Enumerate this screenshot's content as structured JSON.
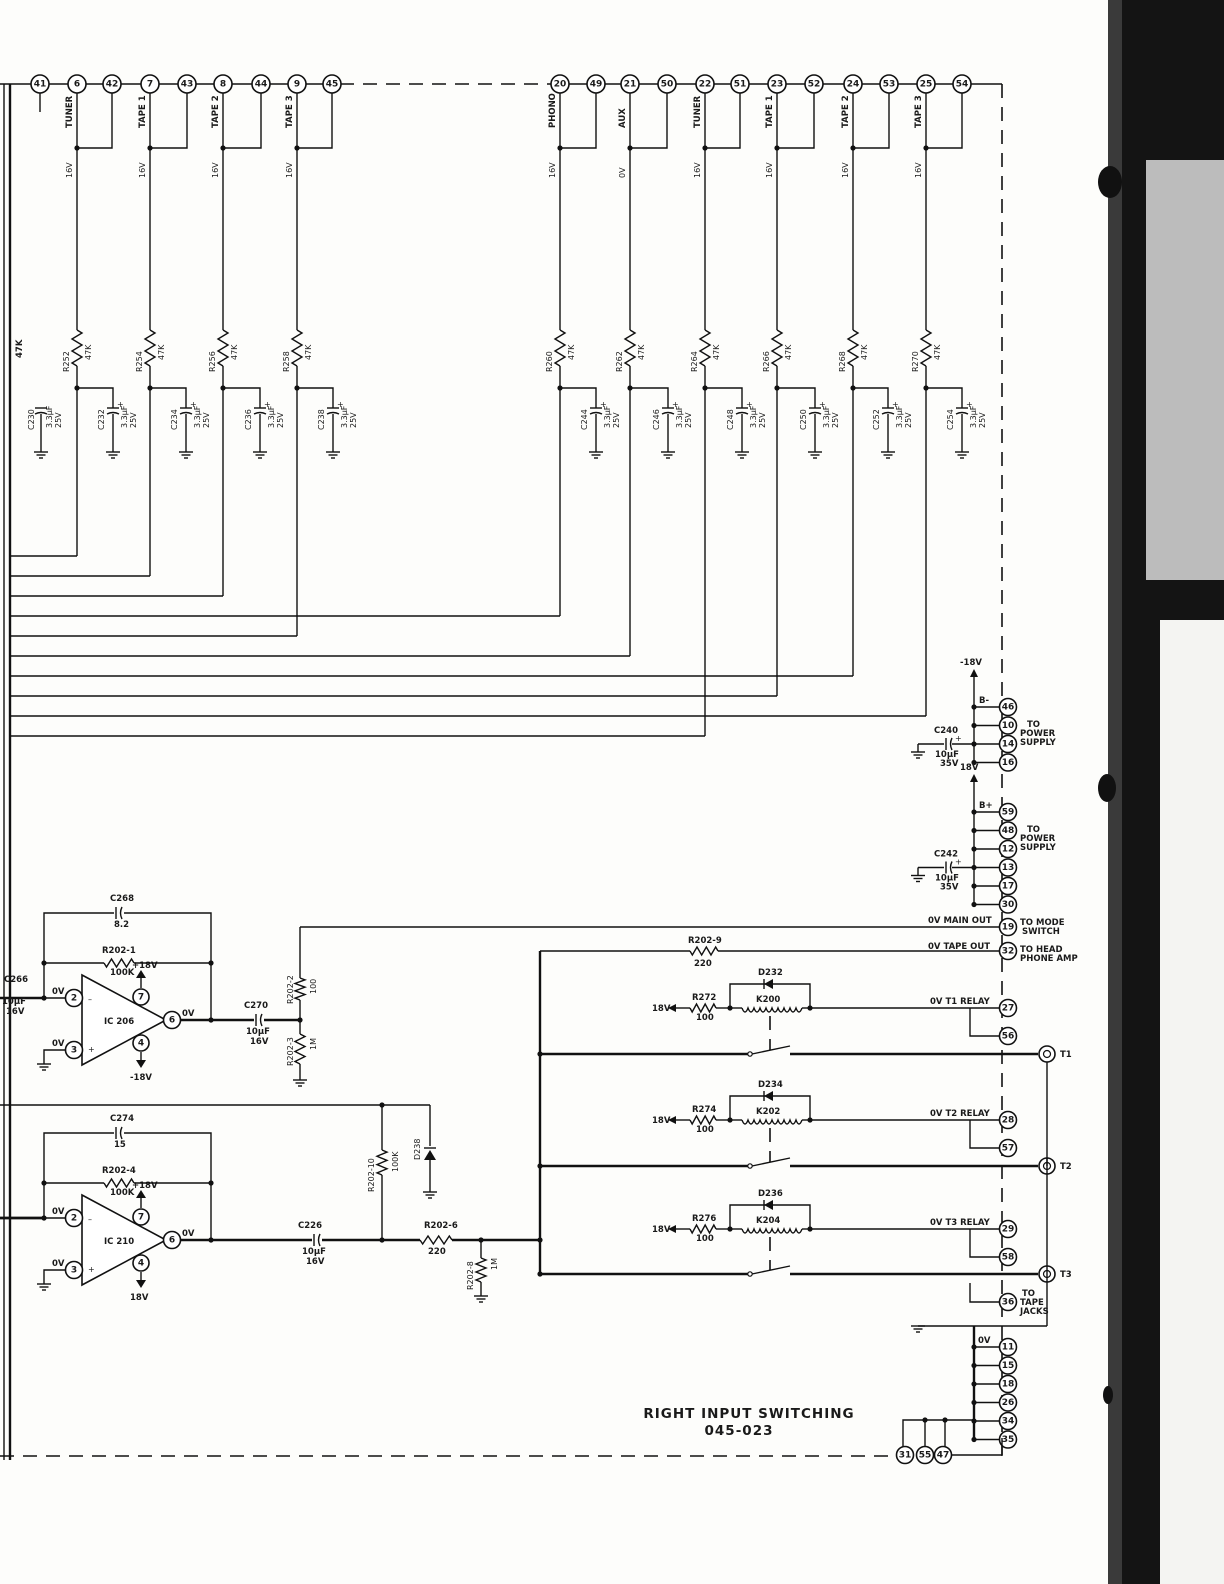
{
  "title": {
    "line1": "RIGHT INPUT SWITCHING",
    "line2": "045-023"
  },
  "top_terminals": [
    "41",
    "6",
    "42",
    "7",
    "43",
    "8",
    "44",
    "9",
    "45",
    "20",
    "49",
    "21",
    "50",
    "22",
    "51",
    "23",
    "52",
    "24",
    "53",
    "25",
    "54"
  ],
  "input_channels": [
    {
      "source": "TUNER",
      "voltage": "16V",
      "resistor": "R252",
      "r_value": "47K",
      "capacitor": "C232",
      "c_value": "3.3µF",
      "c_voltage": "25V"
    },
    {
      "source": "TAPE 1",
      "voltage": "16V",
      "resistor": "R254",
      "r_value": "47K",
      "capacitor": "C234",
      "c_value": "3.3µF",
      "c_voltage": "25V"
    },
    {
      "source": "TAPE 2",
      "voltage": "16V",
      "resistor": "R256",
      "r_value": "47K",
      "capacitor": "C236",
      "c_value": "3.3µF",
      "c_voltage": "25V"
    },
    {
      "source": "TAPE 3",
      "voltage": "16V",
      "resistor": "R258",
      "r_value": "47K",
      "capacitor": "C238",
      "c_value": "3.3µF",
      "c_voltage": "25V"
    },
    {
      "source": "PHONO",
      "voltage": "16V",
      "resistor": "R260",
      "r_value": "47K",
      "capacitor": "C244",
      "c_value": "3.3µF",
      "c_voltage": "25V"
    },
    {
      "source": "AUX",
      "voltage": "0V",
      "resistor": "R262",
      "r_value": "47K",
      "capacitor": "C246",
      "c_value": "3.3µF",
      "c_voltage": "25V"
    },
    {
      "source": "TUNER",
      "voltage": "16V",
      "resistor": "R264",
      "r_value": "47K",
      "capacitor": "C248",
      "c_value": "3.3µF",
      "c_voltage": "25V"
    },
    {
      "source": "TAPE 1",
      "voltage": "16V",
      "resistor": "R266",
      "r_value": "47K",
      "capacitor": "C250",
      "c_value": "3.3µF",
      "c_voltage": "25V"
    },
    {
      "source": "TAPE 2",
      "voltage": "16V",
      "resistor": "R268",
      "r_value": "47K",
      "capacitor": "C252",
      "c_value": "3.3µF",
      "c_voltage": "25V"
    },
    {
      "source": "TAPE 3",
      "voltage": "16V",
      "resistor": "R270",
      "r_value": "47K",
      "capacitor": "C254",
      "c_value": "3.3µF",
      "c_voltage": "25V"
    }
  ],
  "partial_left": {
    "r_value": "47K",
    "capacitor": "C230",
    "c_value": "3.3µF",
    "c_voltage": "25V"
  },
  "power_supply_neg": {
    "supply": "-18V",
    "rail": "B-",
    "terminals": [
      "46",
      "10",
      "14",
      "16"
    ],
    "capacitor": "C240",
    "c_value": "10µF",
    "c_voltage": "35V",
    "label": "TO POWER SUPPLY"
  },
  "power_supply_pos": {
    "supply": "18V",
    "rail": "B+",
    "terminals": [
      "59",
      "48",
      "12",
      "13",
      "17",
      "30"
    ],
    "capacitor": "C242",
    "c_value": "10µF",
    "c_voltage": "35V",
    "label": "TO POWER SUPPLY"
  },
  "main_out": {
    "level": "0V",
    "name": "MAIN OUT",
    "terminal": "19",
    "label": "TO MODE SWITCH"
  },
  "tape_out": {
    "level": "0V",
    "name": "TAPE OUT",
    "terminal": "32",
    "label": "TO HEAD PHONE AMP",
    "resistor": "R202-9",
    "r_value": "220"
  },
  "relays": [
    {
      "resistor": "R272",
      "r_value": "100",
      "supply": "18V",
      "diode": "D232",
      "relay": "K200",
      "label": "0V T1 RELAY",
      "terminals": [
        "27",
        "56"
      ],
      "jack": "T1"
    },
    {
      "resistor": "R274",
      "r_value": "100",
      "supply": "18V",
      "diode": "D234",
      "relay": "K202",
      "label": "0V T2 RELAY",
      "terminals": [
        "28",
        "57"
      ],
      "jack": "T2"
    },
    {
      "resistor": "R276",
      "r_value": "100",
      "supply": "18V",
      "diode": "D236",
      "relay": "K204",
      "label": "0V T3 RELAY",
      "terminals": [
        "29",
        "58"
      ],
      "jack": "T3"
    }
  ],
  "tape_jacks": {
    "terminal": "36",
    "label": "TO TAPE JACKS"
  },
  "ground_bus": {
    "level": "0V",
    "terminals": [
      "11",
      "15",
      "18",
      "26",
      "34",
      "35"
    ]
  },
  "bottom_terminals": [
    "31",
    "55",
    "47"
  ],
  "ic206": {
    "name": "IC 206",
    "feedback_cap": "C268",
    "feedback_cap_value": "8.2",
    "feedback_res": "R202-1",
    "feedback_res_value": "100K",
    "vplus": "+18V",
    "vminus": "-18V",
    "pin_inv": "2",
    "pin_noninv": "3",
    "pin_vplus": "7",
    "pin_vminus": "4",
    "pin_out": "6",
    "in_level": "0V",
    "noninv_level": "0V",
    "out_level": "0V",
    "input_cap": "C266",
    "input_cap_value": "10µF",
    "input_cap_voltage": "16V",
    "out_cap": "C270",
    "out_cap_value": "10µF",
    "out_cap_voltage": "16V",
    "r_top": "R202-2",
    "r_top_value": "100",
    "r_bot": "R202-3",
    "r_bot_value": "1M"
  },
  "ic210": {
    "name": "IC 210",
    "feedback_cap": "C274",
    "feedback_cap_value": "15",
    "feedback_res": "R202-4",
    "feedback_res_value": "100K",
    "vplus": "+18V",
    "vminus": "18V",
    "pin_inv": "2",
    "pin_noninv": "3",
    "pin_vplus": "7",
    "pin_vminus": "4",
    "pin_out": "6",
    "in_level": "0V",
    "noninv_level": "0V",
    "out_level": "0V",
    "out_cap": "C226",
    "out_cap_value": "10µF",
    "out_cap_voltage": "16V",
    "r_shunt": "R202-10",
    "r_shunt_value": "100K",
    "diode": "D238",
    "r_series": "R202-6",
    "r_series_value": "220",
    "r_bot": "R202-8",
    "r_bot_value": "1M"
  }
}
